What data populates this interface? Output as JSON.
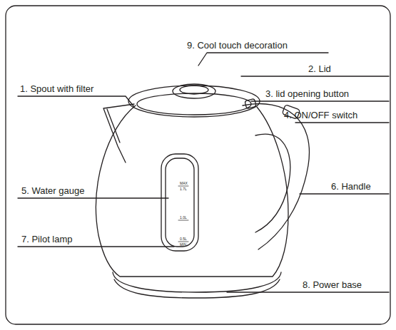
{
  "diagram": {
    "labels": [
      "9. Cool touch decoration",
      "2. Lid",
      "1. Spout with filter",
      "3. lid opening button",
      "4. ON/OFF switch",
      "5. Water gauge",
      "6. Handle",
      "7. Pilot lamp",
      "8. Power base",
      "MAX",
      "1.7L",
      "1.0L",
      "0.5L",
      "MIN"
    ]
  }
}
